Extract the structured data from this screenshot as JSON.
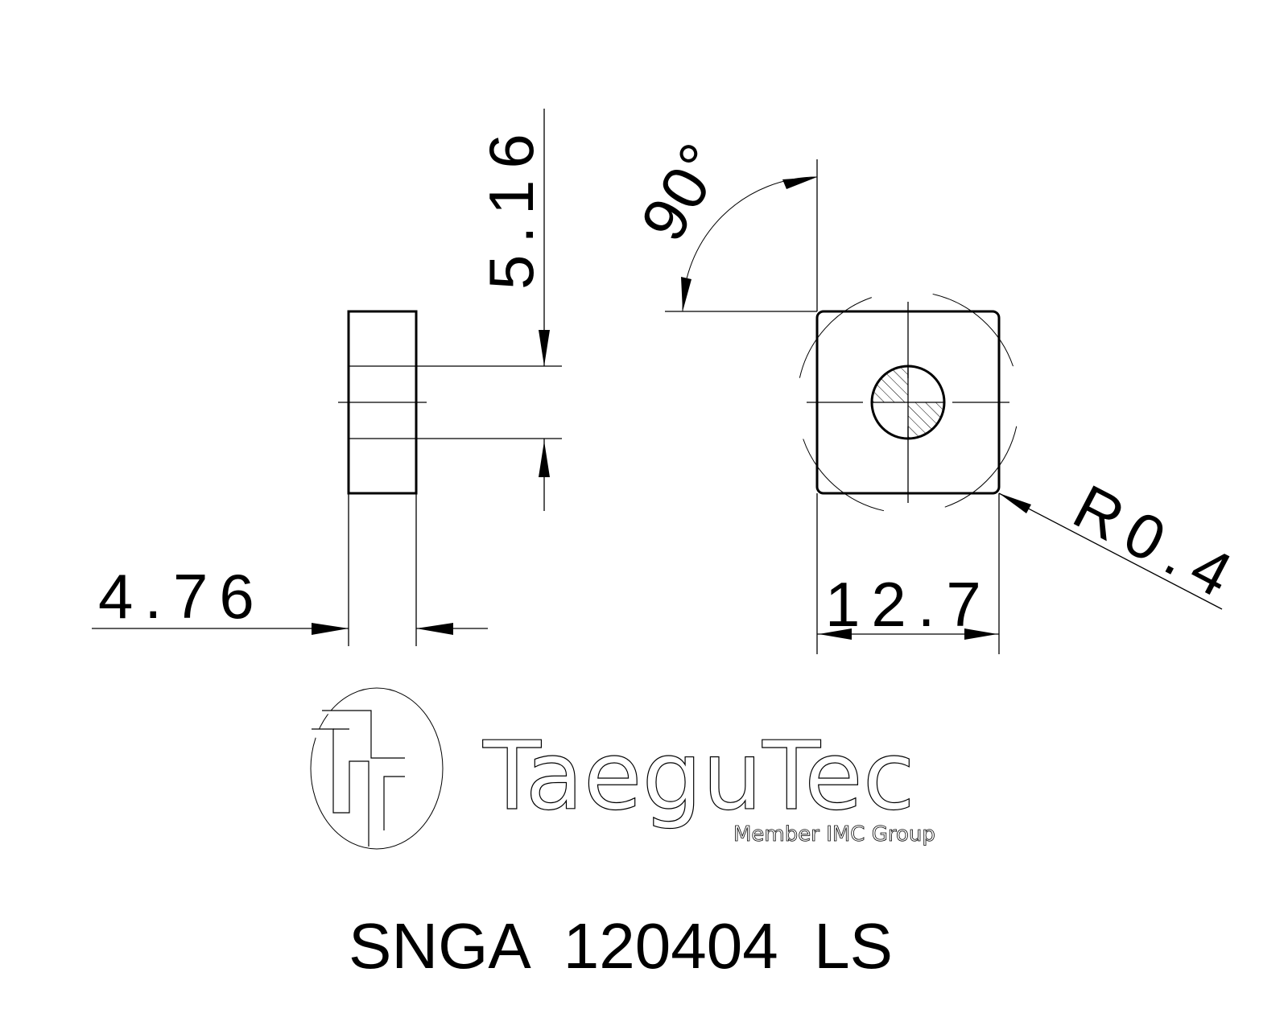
{
  "drawing": {
    "side_view": {
      "thickness_label": "4.76",
      "hole_height_label": "5.16"
    },
    "top_view": {
      "angle_label": "90°",
      "width_label": "12.7",
      "corner_radius_label": "R0.4"
    }
  },
  "logo": {
    "brand_name": "TaeguTec",
    "tagline": "Member IMC Group"
  },
  "part_designation": "SNGA  120404  LS",
  "colors": {
    "line": "#000000",
    "background": "#ffffff"
  }
}
